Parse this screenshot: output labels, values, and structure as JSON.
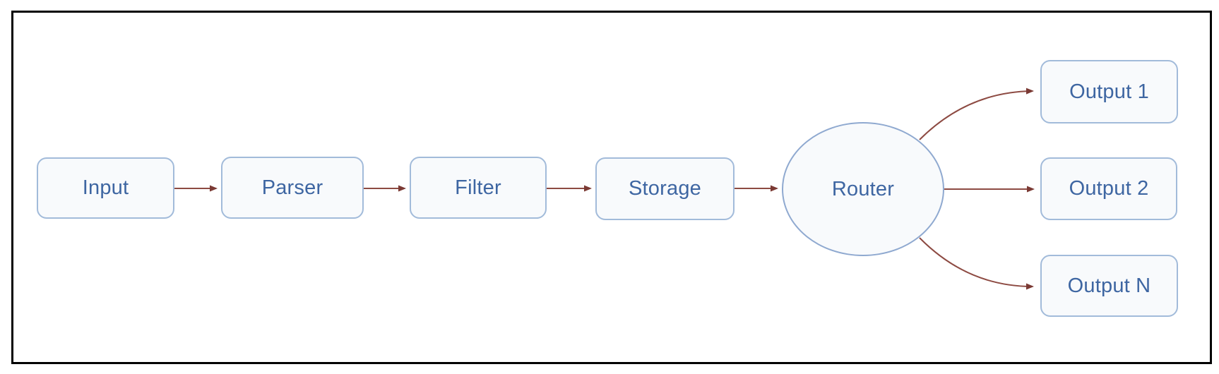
{
  "diagram": {
    "type": "flowchart",
    "direction": "left-to-right",
    "nodes": [
      {
        "id": "input",
        "label": "Input",
        "shape": "rounded-rect"
      },
      {
        "id": "parser",
        "label": "Parser",
        "shape": "rounded-rect"
      },
      {
        "id": "filter",
        "label": "Filter",
        "shape": "rounded-rect"
      },
      {
        "id": "storage",
        "label": "Storage",
        "shape": "rounded-rect"
      },
      {
        "id": "router",
        "label": "Router",
        "shape": "ellipse"
      },
      {
        "id": "output1",
        "label": "Output 1",
        "shape": "rounded-rect"
      },
      {
        "id": "output2",
        "label": "Output 2",
        "shape": "rounded-rect"
      },
      {
        "id": "outputN",
        "label": "Output N",
        "shape": "rounded-rect"
      }
    ],
    "edges": [
      {
        "from": "input",
        "to": "parser",
        "style": "straight"
      },
      {
        "from": "parser",
        "to": "filter",
        "style": "straight"
      },
      {
        "from": "filter",
        "to": "storage",
        "style": "straight"
      },
      {
        "from": "storage",
        "to": "router",
        "style": "straight"
      },
      {
        "from": "router",
        "to": "output1",
        "style": "curved-up"
      },
      {
        "from": "router",
        "to": "output2",
        "style": "straight"
      },
      {
        "from": "router",
        "to": "outputN",
        "style": "curved-down"
      }
    ],
    "colors": {
      "node_border": "#a2bbda",
      "ellipse_border": "#8fa9d0",
      "node_fill": "#f8fafc",
      "node_label": "#3e66a2",
      "arrow": "#8d4a42",
      "arrowhead": "#7b3a34",
      "frame_border": "#000000",
      "background": "#ffffff"
    }
  }
}
